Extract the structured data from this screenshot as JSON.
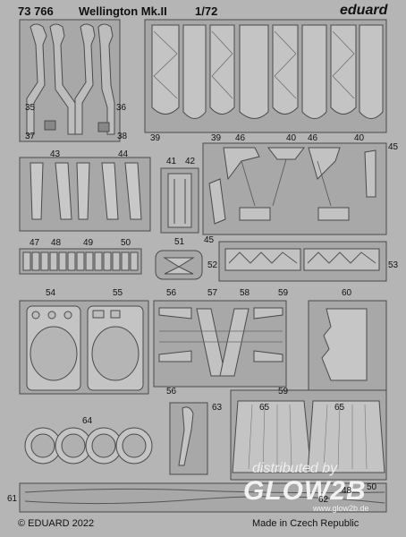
{
  "sheet": {
    "product_code": "73 766",
    "product_name": "Wellington Mk.II",
    "scale": "1/72",
    "brand": "eduard",
    "copyright": "© EDUARD 2022",
    "origin": "Made in Czech Republic"
  },
  "watermark": {
    "line1": "distributed by",
    "logo": "GLOW2B",
    "line2": "www.glow2b.de"
  },
  "part_numbers": {
    "p35": "35",
    "p36": "36",
    "p37": "37",
    "p38": "38",
    "p39a": "39",
    "p39b": "39",
    "p46a": "46",
    "p40a": "40",
    "p46b": "46",
    "p40b": "40",
    "p45a": "45",
    "p43": "43",
    "p44": "44",
    "p41": "41",
    "p42": "42",
    "p45b": "45",
    "p47": "47",
    "p48": "48",
    "p49": "49",
    "p50a": "50",
    "p51": "51",
    "p52": "52",
    "p53": "53",
    "p54": "54",
    "p55": "55",
    "p56a": "56",
    "p57": "57",
    "p58": "58",
    "p59a": "59",
    "p60": "60",
    "p56b": "56",
    "p59b": "59",
    "p63": "63",
    "p64": "64",
    "p65a": "65",
    "p65b": "65",
    "p61": "61",
    "p62": "62",
    "p48b": "48",
    "p50b": "50"
  },
  "colors": {
    "fret": "#b3b3b3",
    "part": "#a6a6a6",
    "line": "#4a4a4a",
    "watermark": "#e8e8e8"
  }
}
